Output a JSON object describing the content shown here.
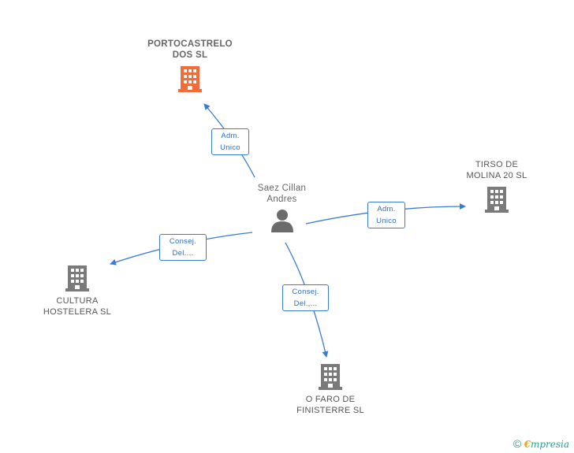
{
  "colors": {
    "edge": "#3a7bd5",
    "building_primary": "#f26b3a",
    "building_default": "#7a7a7a",
    "person": "#6b6b6b"
  },
  "center_person": {
    "name": "Saez Cillan\nAndres",
    "icon": "person-icon"
  },
  "companies": [
    {
      "id": "portocastrelo",
      "name": "PORTOCASTRELO\nDOS SL",
      "icon": "building-icon",
      "highlight": true
    },
    {
      "id": "tirso",
      "name": "TIRSO DE\nMOLINA 20 SL",
      "icon": "building-icon",
      "highlight": false
    },
    {
      "id": "cultura",
      "name": "CULTURA\nHOSTELERA SL",
      "icon": "building-icon",
      "highlight": false
    },
    {
      "id": "faro",
      "name": "O FARO DE\nFINISTERRE SL",
      "icon": "building-icon",
      "highlight": false
    }
  ],
  "relations": [
    {
      "to": "portocastrelo",
      "label": "Adm.\nUnico"
    },
    {
      "to": "tirso",
      "label": "Adm.\nUnico"
    },
    {
      "to": "cultura",
      "label": "Consej.\nDel...."
    },
    {
      "to": "faro",
      "label": "Consej.\nDel.,..."
    }
  ],
  "footer": {
    "copyright_symbol": "©",
    "brand_first": "€",
    "brand_rest": "mpresia"
  }
}
